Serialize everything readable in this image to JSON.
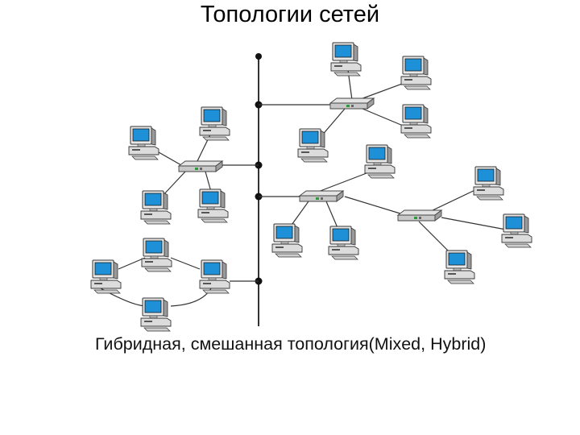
{
  "slide": {
    "title": "Топологии сетей",
    "caption": "Гибридная, смешанная топология(Mixed, Hybrid)"
  },
  "diagram": {
    "nodes": [
      {
        "id": "bus",
        "kind": "bus-backbone",
        "icon": "bus-line"
      },
      {
        "id": "hub-a",
        "kind": "hub",
        "icon": "hub-icon"
      },
      {
        "id": "hub-b",
        "kind": "hub",
        "icon": "hub-icon"
      },
      {
        "id": "hub-c",
        "kind": "hub",
        "icon": "hub-icon"
      },
      {
        "id": "hub-d",
        "kind": "hub",
        "icon": "hub-icon"
      },
      {
        "id": "pc-ring-1",
        "kind": "computer",
        "icon": "computer-icon"
      },
      {
        "id": "pc-ring-2",
        "kind": "computer",
        "icon": "computer-icon"
      },
      {
        "id": "pc-ring-3",
        "kind": "computer",
        "icon": "computer-icon"
      },
      {
        "id": "pc-ring-4",
        "kind": "computer",
        "icon": "computer-icon"
      }
    ],
    "edges": [
      {
        "from": "bus",
        "to": "hub-a"
      },
      {
        "from": "bus",
        "to": "hub-b"
      },
      {
        "from": "bus",
        "to": "hub-c"
      },
      {
        "from": "hub-c",
        "to": "hub-d"
      },
      {
        "from": "bus",
        "to": "pc-ring-3"
      }
    ],
    "colors": {
      "line": "#2a2a2a",
      "screen": "#1e90d8",
      "case": "#e6e6e6",
      "case_dark": "#8a8a8a",
      "hub": "#cfcfcf"
    }
  }
}
